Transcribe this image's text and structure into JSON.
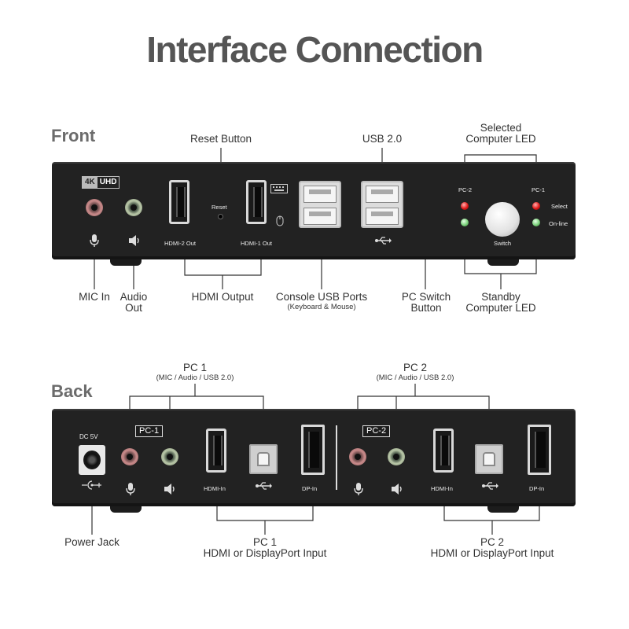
{
  "title": "Interface Connection",
  "front": {
    "section_label": "Front",
    "top_labels": {
      "reset_button": "Reset Button",
      "usb20": "USB 2.0",
      "selected_led_line1": "Selected",
      "selected_led_line2": "Computer LED"
    },
    "bottom_labels": {
      "mic_in": "MIC In",
      "audio_out_line1": "Audio",
      "audio_out_line2": "Out",
      "hdmi_output": "HDMI Output",
      "console_usb": "Console USB Ports",
      "console_usb_sub": "(Keyboard & Mouse)",
      "pc_switch_line1": "PC Switch",
      "pc_switch_line2": "Button",
      "standby_line1": "Standby",
      "standby_line2": "Computer LED"
    },
    "panel_text": {
      "badge_4k": "4K",
      "badge_uhd": "UHD",
      "reset": "Reset",
      "hdmi2_out": "HDMI-2 Out",
      "hdmi1_out": "HDMI-1 Out",
      "pc2": "PC-2",
      "pc1": "PC-1",
      "select": "Select",
      "online": "On-line",
      "switch": "Switch"
    }
  },
  "back": {
    "section_label": "Back",
    "top_labels": {
      "pc1": "PC 1",
      "pc1_sub": "(MIC / Audio / USB 2.0)",
      "pc2": "PC 2",
      "pc2_sub": "(MIC / Audio / USB 2.0)"
    },
    "bottom_labels": {
      "power_jack": "Power Jack",
      "pc1_input_line1": "PC 1",
      "pc1_input_line2": "HDMI or DisplayPort Input",
      "pc2_input_line1": "PC 2",
      "pc2_input_line2": "HDMI or DisplayPort Input"
    },
    "panel_text": {
      "dc5v": "DC 5V",
      "pc1_box": "PC-1",
      "pc2_box": "PC-2",
      "hdmi_in_1": "HDMI-In",
      "dp_in_1": "DP-In",
      "hdmi_in_2": "HDMI-In",
      "dp_in_2": "DP-In"
    }
  },
  "icons": [
    "microphone-icon",
    "speaker-icon",
    "usb-icon",
    "keyboard-icon",
    "mouse-icon",
    "dc-polarity-icon"
  ],
  "colors": {
    "title": "#555555",
    "section": "#6b6b6b",
    "panel": "#222222",
    "callout_line": "#333333",
    "led_red": "#e01818",
    "led_green": "#7ad07a",
    "jack_pink": "#c98a8a",
    "jack_green": "#b9c7a8"
  }
}
